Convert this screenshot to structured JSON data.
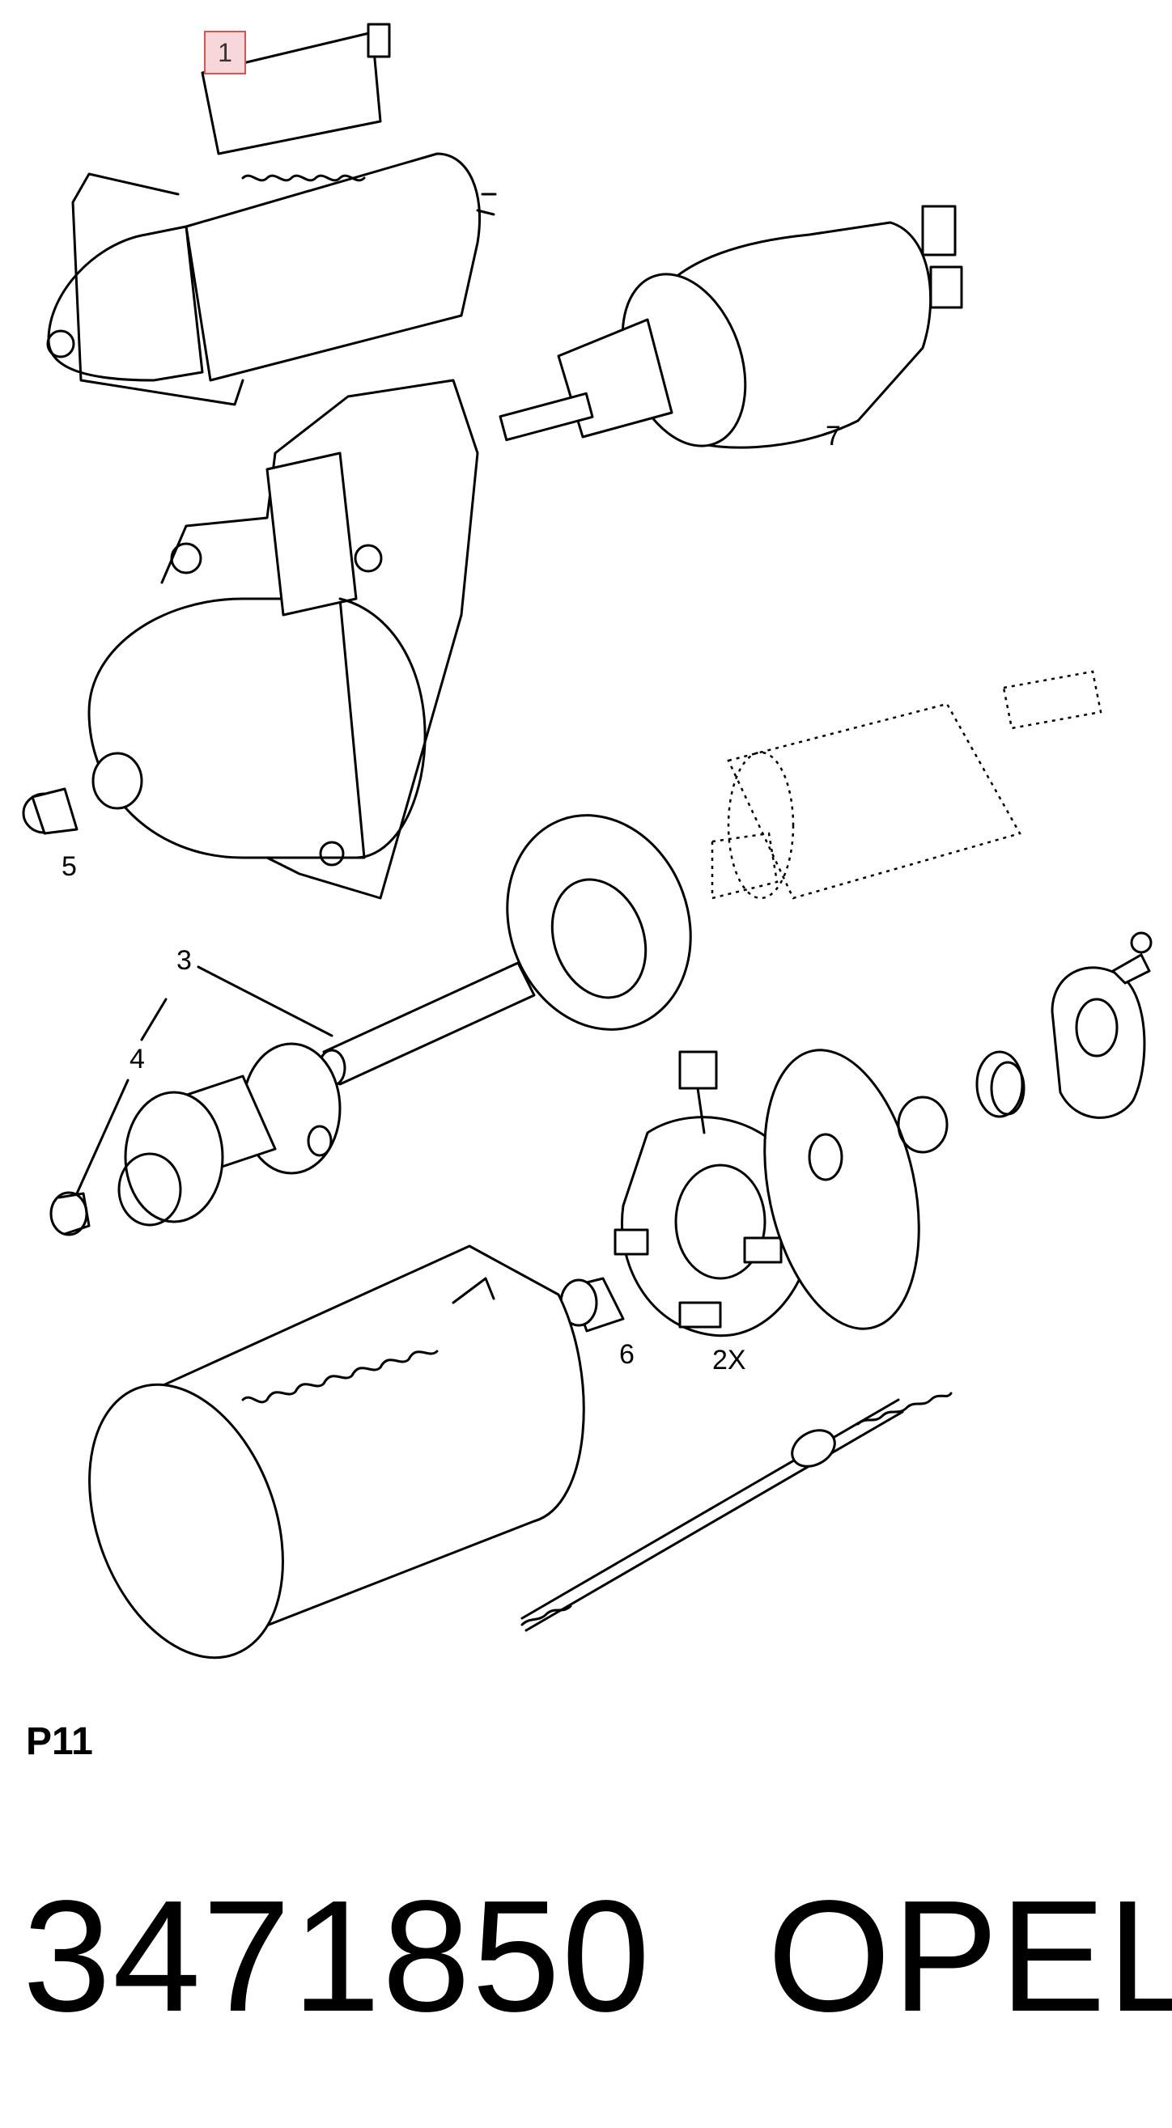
{
  "callouts": {
    "c1": "1",
    "c2x": "2X",
    "c3": "3",
    "c4": "4",
    "c5": "5",
    "c6": "6",
    "c7": "7"
  },
  "figure_code": "P11",
  "part_number": "3471850",
  "brand": "OPEL",
  "colors": {
    "line": "#000000",
    "background": "#ffffff",
    "callout_highlight_fill": "#f8d7da",
    "callout_highlight_border": "#d9534f"
  }
}
